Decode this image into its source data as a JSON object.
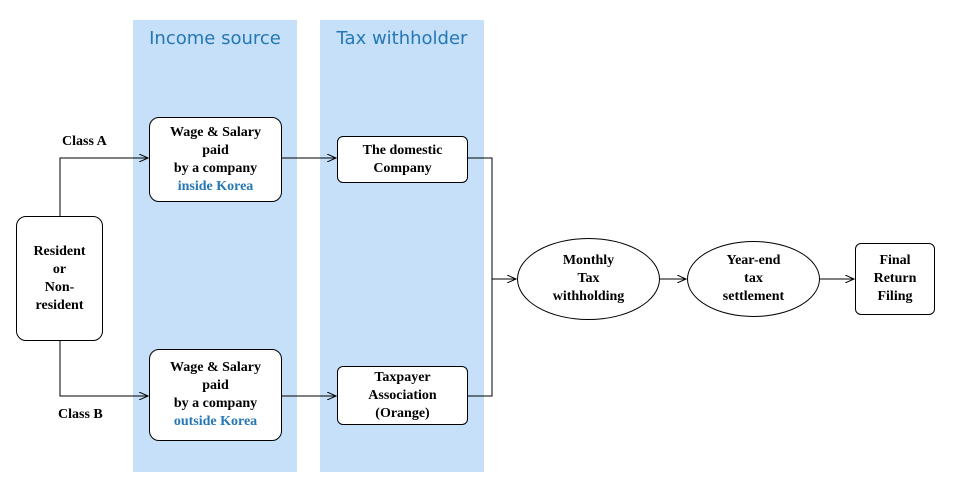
{
  "columns": {
    "income_source": "Income source",
    "tax_withholder": "Tax withholder"
  },
  "resident_box": [
    "Resident",
    "or",
    "Non-",
    "resident"
  ],
  "class_a": "Class A",
  "class_b": "Class B",
  "wage_inside": {
    "lines": [
      "Wage & Salary",
      "paid",
      "by a company"
    ],
    "highlight": "inside Korea"
  },
  "wage_outside": {
    "lines": [
      "Wage & Salary",
      "paid",
      "by a company"
    ],
    "highlight": "outside Korea"
  },
  "domestic_company": [
    "The domestic",
    "Company"
  ],
  "taxpayer_association": [
    "Taxpayer",
    "Association",
    "(Orange)"
  ],
  "monthly": [
    "Monthly",
    "Tax",
    "withholding"
  ],
  "year_end": [
    "Year-end",
    "tax",
    "settlement"
  ],
  "final": [
    "Final",
    "Return",
    "Filing"
  ],
  "colors": {
    "band": "#c5e0f8",
    "accent": "#2577b5"
  }
}
